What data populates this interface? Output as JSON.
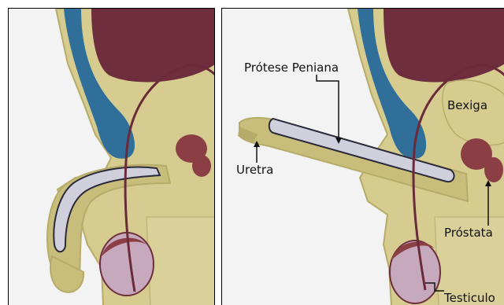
{
  "labels": {
    "protese": "Prótese Peniana",
    "bexiga": "Bexiga",
    "uretra": "Uretra",
    "prostata": "Próstata",
    "testiculo": "Testiculo"
  },
  "colors": {
    "background": "#f3f3f3",
    "skin": "#d6cc8f",
    "skin_outline": "#b7ab6a",
    "vein": "#6a2a3a",
    "colon": "#6e2e3d",
    "bladder": "#7d3846",
    "blue_organ": "#2f6f99",
    "prostate": "#8b3f45",
    "testicle": "#c7a9bd",
    "prosthesis": "#cfd0dc"
  }
}
